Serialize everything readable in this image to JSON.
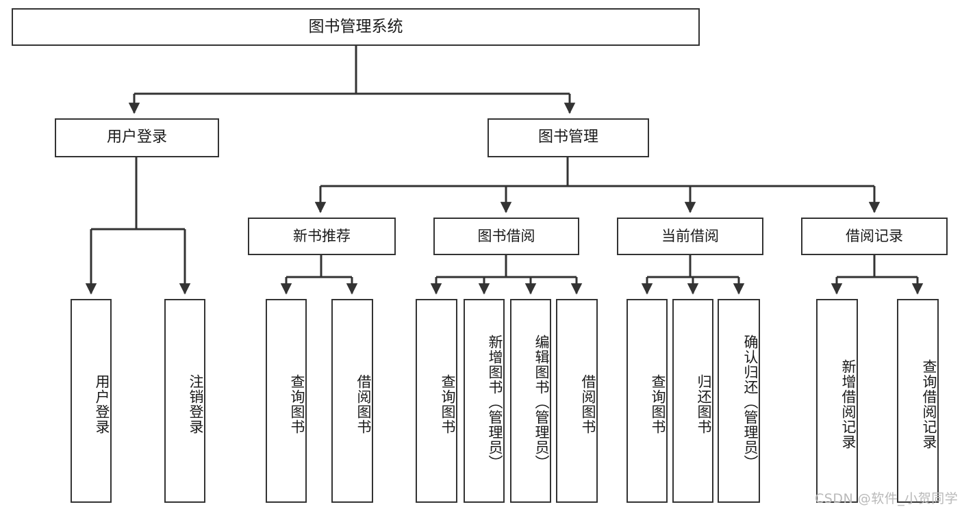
{
  "diagram": {
    "type": "tree-hierarchy-chart",
    "title": "图书管理系统",
    "watermark": "CSDN @软件_小贺同学",
    "colors": {
      "box_border": "#333333",
      "box_fill": "#ffffff",
      "connector": "#333333",
      "text": "#1a1a1a",
      "watermark": "#b9b9b9",
      "background": "#ffffff"
    },
    "nodes": {
      "root": {
        "label": "图书管理系统"
      },
      "level2": [
        {
          "id": "user-login",
          "label": "用户登录"
        },
        {
          "id": "book-manage",
          "label": "图书管理"
        }
      ],
      "level3": [
        {
          "id": "new-book-recommend",
          "label": "新书推荐"
        },
        {
          "id": "book-borrow",
          "label": "图书借阅"
        },
        {
          "id": "current-borrow",
          "label": "当前借阅"
        },
        {
          "id": "borrow-record",
          "label": "借阅记录"
        }
      ],
      "leaves": {
        "user-login": [
          {
            "id": "leaf-user-login",
            "label": "用户登录"
          },
          {
            "id": "leaf-logout-login",
            "label": "注销登录"
          }
        ],
        "new-book-recommend": [
          {
            "id": "leaf-query-book-1",
            "label": "查询图书"
          },
          {
            "id": "leaf-borrow-book-1",
            "label": "借阅图书"
          }
        ],
        "book-borrow": [
          {
            "id": "leaf-query-book-2",
            "label": "查询图书"
          },
          {
            "id": "leaf-add-book",
            "label": "新增图书（管理员）"
          },
          {
            "id": "leaf-edit-book",
            "label": "编辑图书（管理员）"
          },
          {
            "id": "leaf-borrow-book-2",
            "label": "借阅图书"
          }
        ],
        "current-borrow": [
          {
            "id": "leaf-query-book-3",
            "label": "查询图书"
          },
          {
            "id": "leaf-return-book",
            "label": "归还图书"
          },
          {
            "id": "leaf-confirm-return",
            "label": "确认归还（管理员）"
          }
        ],
        "borrow-record": [
          {
            "id": "leaf-add-record",
            "label": "新增借阅记录"
          },
          {
            "id": "leaf-query-record",
            "label": "查询借阅记录"
          }
        ]
      }
    }
  }
}
